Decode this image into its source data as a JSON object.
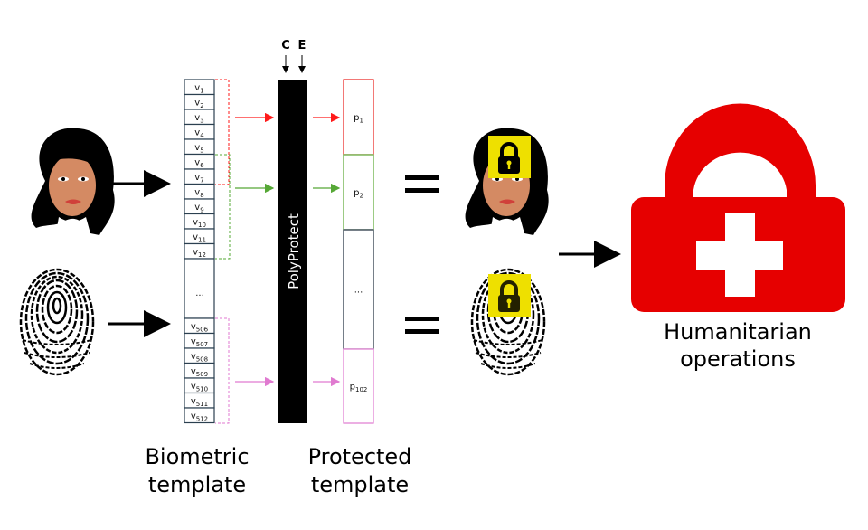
{
  "inputs": {
    "c_label": "C",
    "e_label": "E"
  },
  "biometric_template": {
    "caption_line1": "Biometric",
    "caption_line2": "template",
    "top_rows": [
      {
        "base": "v",
        "sub": "1"
      },
      {
        "base": "v",
        "sub": "2"
      },
      {
        "base": "v",
        "sub": "3"
      },
      {
        "base": "v",
        "sub": "4"
      },
      {
        "base": "v",
        "sub": "5"
      },
      {
        "base": "v",
        "sub": "6"
      },
      {
        "base": "v",
        "sub": "7"
      },
      {
        "base": "v",
        "sub": "8"
      },
      {
        "base": "v",
        "sub": "9"
      },
      {
        "base": "v",
        "sub": "10"
      },
      {
        "base": "v",
        "sub": "11"
      },
      {
        "base": "v",
        "sub": "12"
      }
    ],
    "ellipsis": "...",
    "bottom_rows": [
      {
        "base": "v",
        "sub": "506"
      },
      {
        "base": "v",
        "sub": "507"
      },
      {
        "base": "v",
        "sub": "508"
      },
      {
        "base": "v",
        "sub": "509"
      },
      {
        "base": "v",
        "sub": "510"
      },
      {
        "base": "v",
        "sub": "511"
      },
      {
        "base": "v",
        "sub": "512"
      }
    ]
  },
  "transform": {
    "label": "PolyProtect"
  },
  "protected_template": {
    "caption_line1": "Protected",
    "caption_line2": "template",
    "cells": [
      {
        "base": "p",
        "sub": "1",
        "color": "#e8201c"
      },
      {
        "base": "p",
        "sub": "2",
        "color": "#5aa832"
      },
      {
        "base": "...",
        "sub": "",
        "color": "#1a2a3a"
      },
      {
        "base": "p",
        "sub": "102",
        "color": "#e07ad0"
      }
    ]
  },
  "destination": {
    "line1": "Humanitarian",
    "line2": "operations"
  },
  "colors": {
    "red": "#ff1a1a",
    "green": "#56a836",
    "pink": "#e07ad0",
    "lock_yellow": "#eee000",
    "kit_red": "#e60000",
    "skin": "#d48a63"
  }
}
